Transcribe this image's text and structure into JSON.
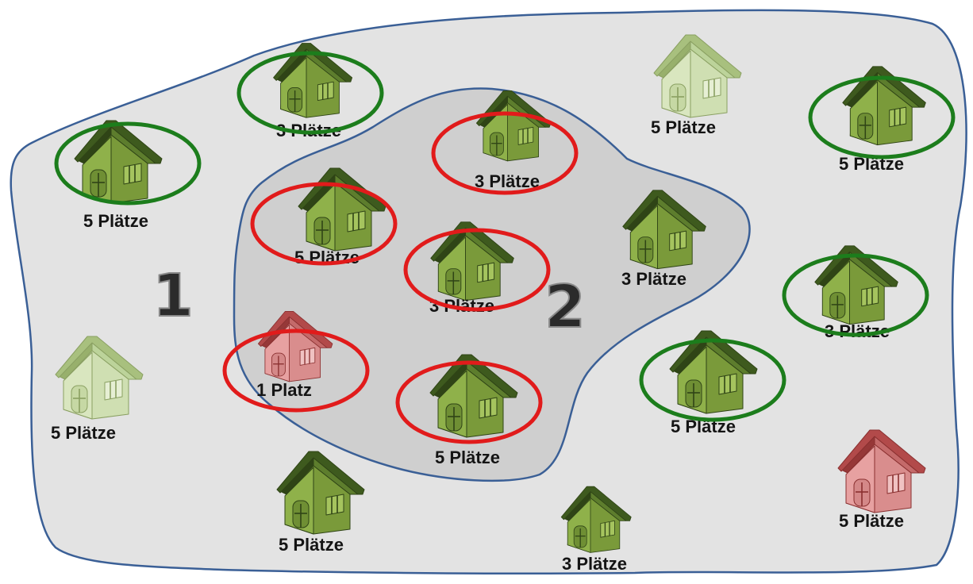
{
  "regions": [
    {
      "id": "region-1",
      "label": "1"
    },
    {
      "id": "region-2",
      "label": "2"
    }
  ],
  "colors": {
    "outer_fill": "#e3e3e3",
    "inner_fill": "#cfcfcf",
    "boundary": "#3a5f96",
    "ring_green": "#1c7d1c",
    "ring_red": "#e11b1b",
    "house_green": "#8fb14a",
    "house_green_roof": "#3e5a1e",
    "house_light": "#d9e6bf",
    "house_pink": "#e7a1a1",
    "house_pink_roof": "#b24a4a"
  },
  "houses": [
    {
      "id": "house-1",
      "label": "5 Plätze",
      "style": "green",
      "ring": "green"
    },
    {
      "id": "house-2",
      "label": "3 Plätze",
      "style": "green",
      "ring": "green"
    },
    {
      "id": "house-3",
      "label": "5 Plätze",
      "style": "light",
      "ring": "none"
    },
    {
      "id": "house-4",
      "label": "5 Plätze",
      "style": "green",
      "ring": "green"
    },
    {
      "id": "house-5",
      "label": "3 Plätze",
      "style": "green",
      "ring": "red"
    },
    {
      "id": "house-6",
      "label": "5 Plätze",
      "style": "green",
      "ring": "red"
    },
    {
      "id": "house-7",
      "label": "3 Plätze",
      "style": "green",
      "ring": "red"
    },
    {
      "id": "house-8",
      "label": "3 Plätze",
      "style": "green",
      "ring": "none"
    },
    {
      "id": "house-9",
      "label": "3 Plätze",
      "style": "green",
      "ring": "green"
    },
    {
      "id": "house-10",
      "label": "1 Platz",
      "style": "pink",
      "ring": "red"
    },
    {
      "id": "house-11",
      "label": "5 Plätze",
      "style": "green",
      "ring": "red"
    },
    {
      "id": "house-12",
      "label": "5 Plätze",
      "style": "green",
      "ring": "green"
    },
    {
      "id": "house-13",
      "label": "5 Plätze",
      "style": "light",
      "ring": "none"
    },
    {
      "id": "house-14",
      "label": "5 Plätze",
      "style": "green",
      "ring": "none"
    },
    {
      "id": "house-15",
      "label": "3 Plätze",
      "style": "green",
      "ring": "none"
    },
    {
      "id": "house-16",
      "label": "5 Plätze",
      "style": "pink",
      "ring": "none"
    }
  ]
}
